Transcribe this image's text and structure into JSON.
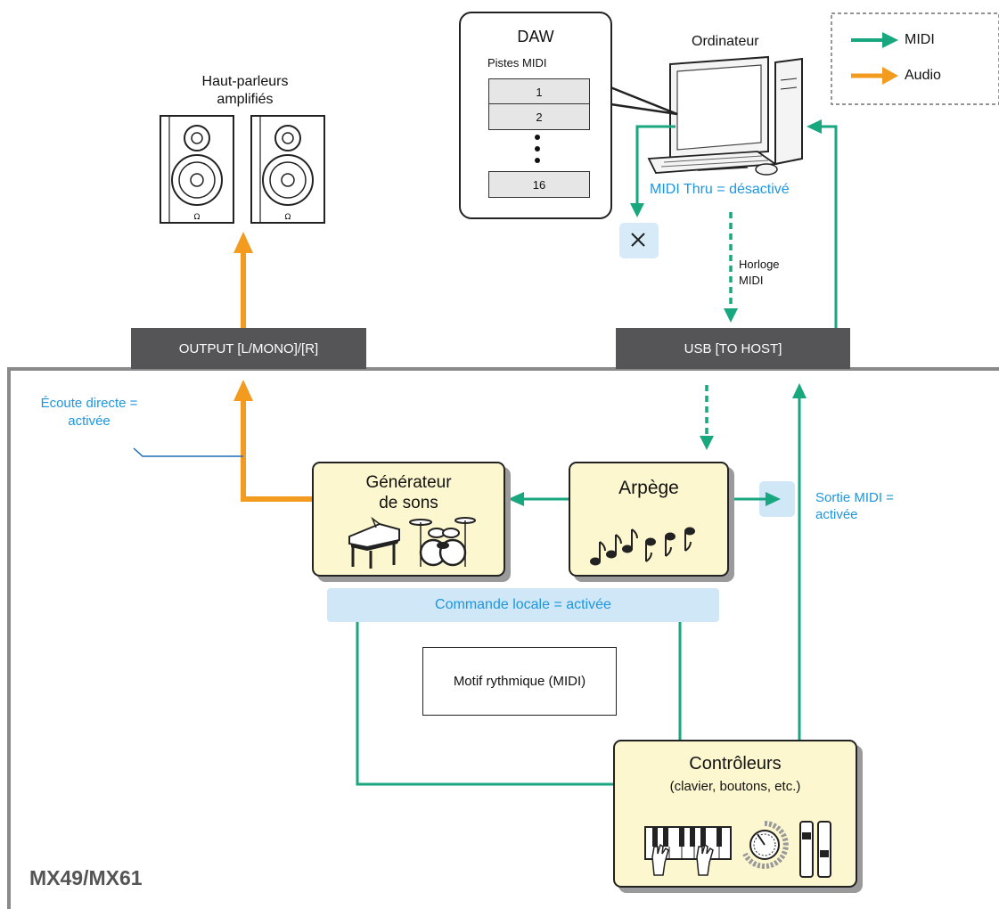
{
  "legend": {
    "midi_label": "MIDI",
    "audio_label": "Audio",
    "midi_color": "#19a77f",
    "audio_color": "#f29b1e"
  },
  "daw": {
    "title": "DAW",
    "tracks_label": "Pistes MIDI",
    "tracks": [
      "1",
      "2",
      "16"
    ]
  },
  "computer_label": "Ordinateur",
  "speakers_label": "Haut-parleurs\namplifiés",
  "midi_thru_label": "MIDI Thru = désactivé",
  "midi_clock_label": "Horloge\nMIDI",
  "ports": {
    "output": "OUTPUT [L/MONO]/[R]",
    "usb": "USB [TO HOST]"
  },
  "direct_monitor_label": "Écoute directe =\nactivée",
  "tone_generator_label": "Générateur\nde sons",
  "arpeggio_label": "Arpège",
  "midi_out_label": "Sortie MIDI =\nactivée",
  "local_control_label": "Commande locale = activée",
  "rhythm_pattern_label": "Motif rythmique (MIDI)",
  "controllers_title": "Contrôleurs",
  "controllers_subtitle": "(clavier, boutons, etc.)",
  "device_name": "MX49/MX61",
  "colors": {
    "accent_blue": "#1e96df",
    "box_fill": "#fdf7cf",
    "port_fill": "#555558",
    "tint_blue": "#cfe7f6"
  }
}
